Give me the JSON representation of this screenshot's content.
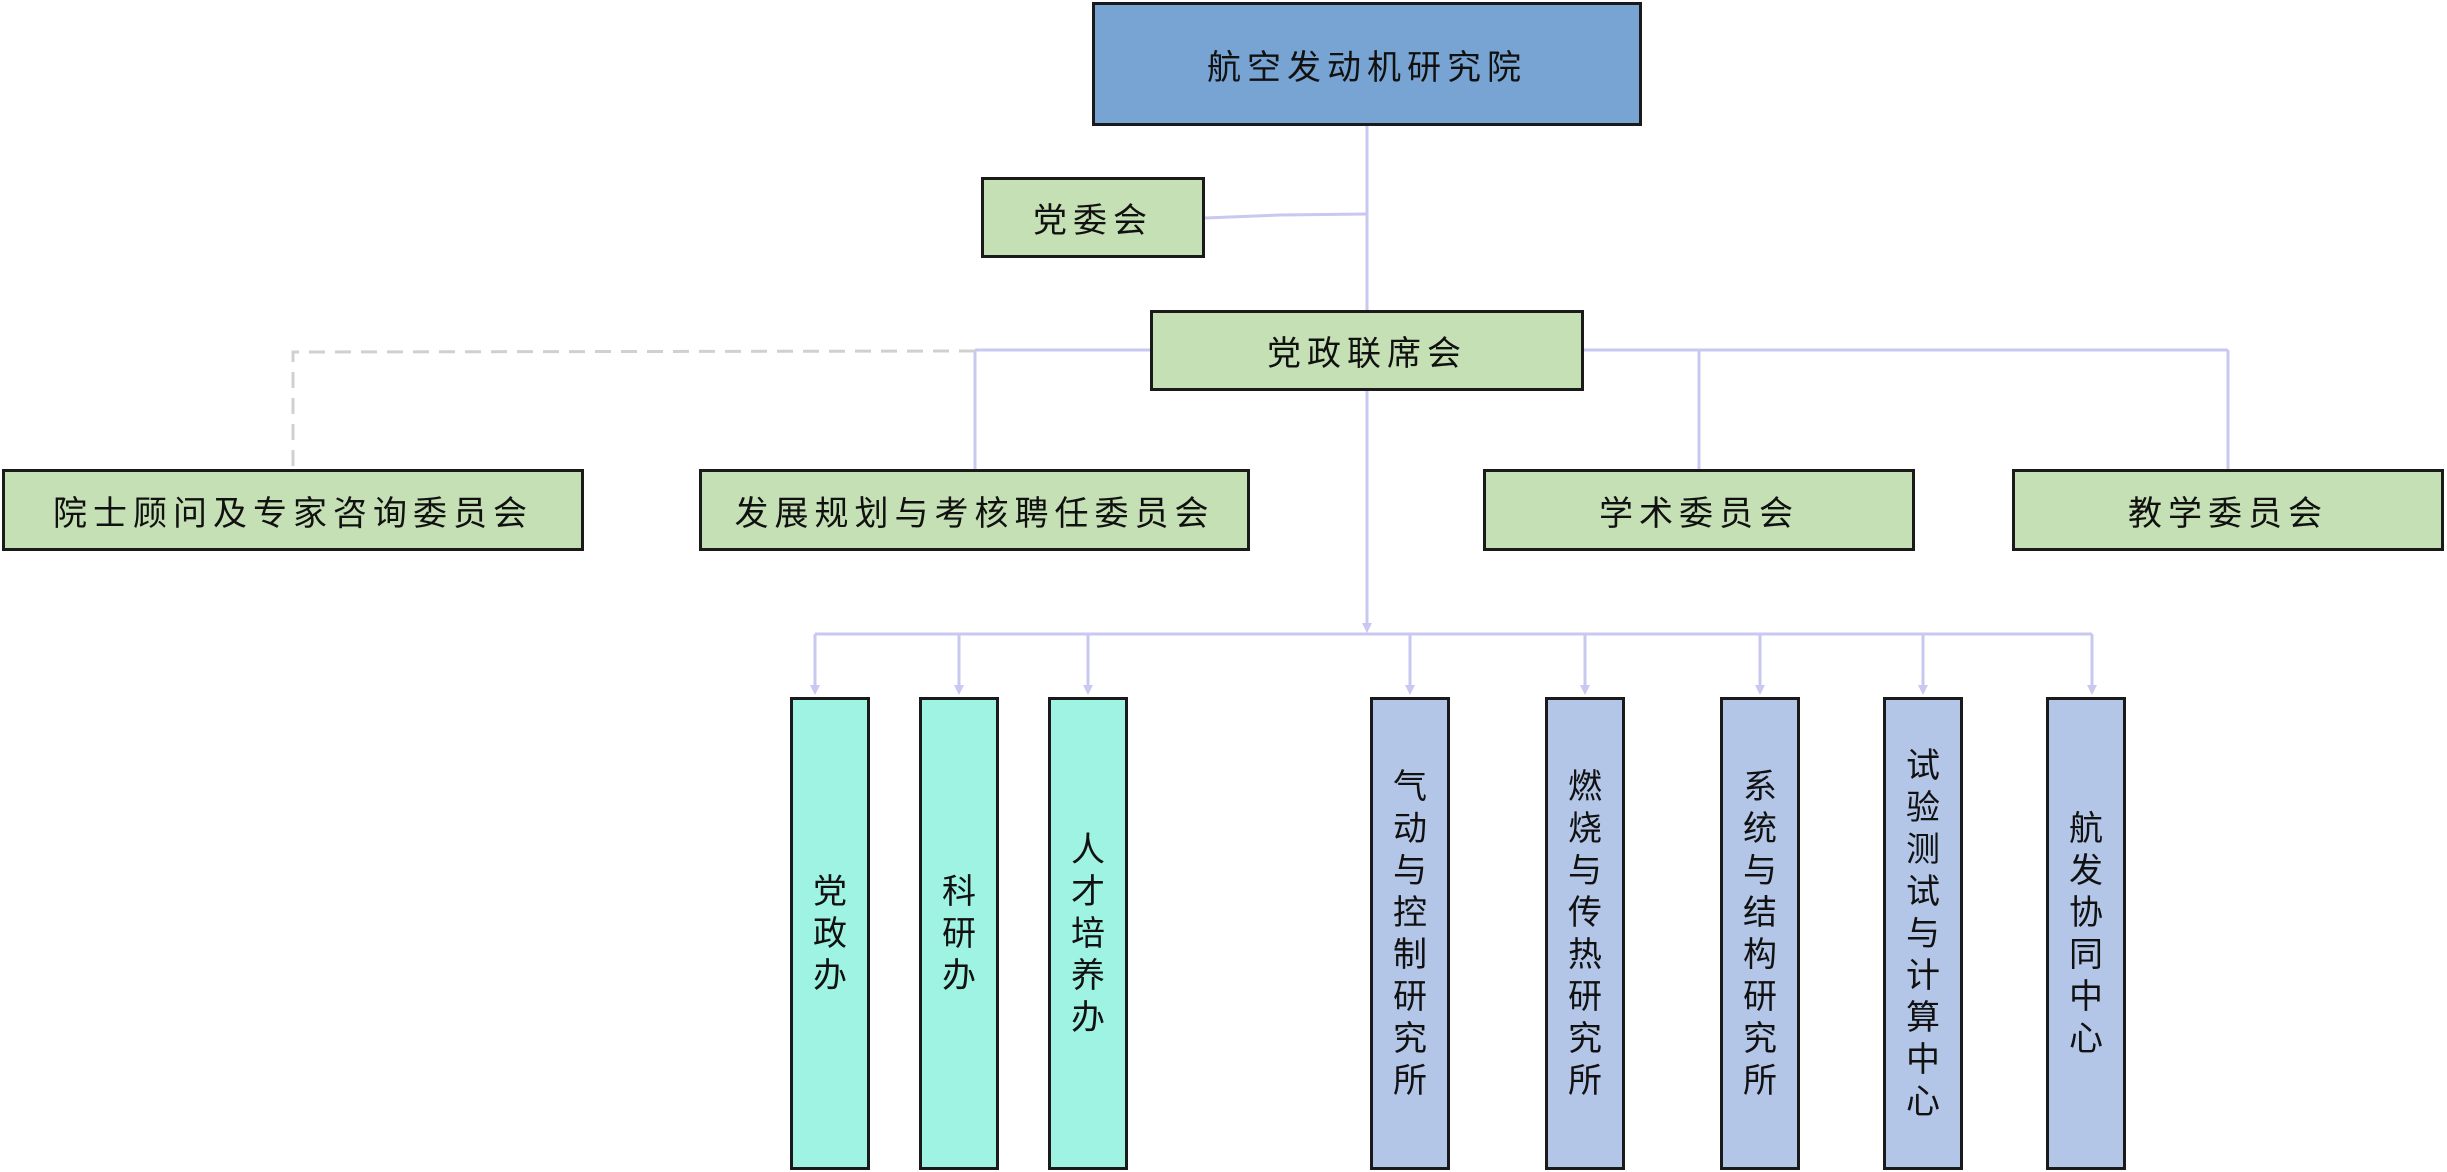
{
  "root": {
    "label": "航空发动机研究院"
  },
  "party_committee": {
    "label": "党委会"
  },
  "joint_meeting": {
    "label": "党政联席会"
  },
  "committees": [
    {
      "label": "院士顾问及专家咨询委员会",
      "link": "dashed"
    },
    {
      "label": "发展规划与考核聘任委员会",
      "link": "solid"
    },
    {
      "label": "学术委员会",
      "link": "solid"
    },
    {
      "label": "教学委员会",
      "link": "solid"
    }
  ],
  "offices": [
    {
      "label": "党政办",
      "group": "office"
    },
    {
      "label": "科研办",
      "group": "office"
    },
    {
      "label": "人才培养办",
      "group": "office"
    },
    {
      "label": "气动与控制研究所",
      "group": "institute"
    },
    {
      "label": "燃烧与传热研究所",
      "group": "institute"
    },
    {
      "label": "系统与结构研究所",
      "group": "institute"
    },
    {
      "label": "试验测试与计算中心",
      "group": "institute"
    },
    {
      "label": "航发协同中心",
      "group": "institute"
    }
  ],
  "colors": {
    "root": "#77a4d2",
    "committee": "#c5e0b4",
    "office": "#9ff3e3",
    "institute": "#b4c6e7",
    "connector": "#c8c8f0",
    "dashed_connector": "#d0d0d0"
  }
}
